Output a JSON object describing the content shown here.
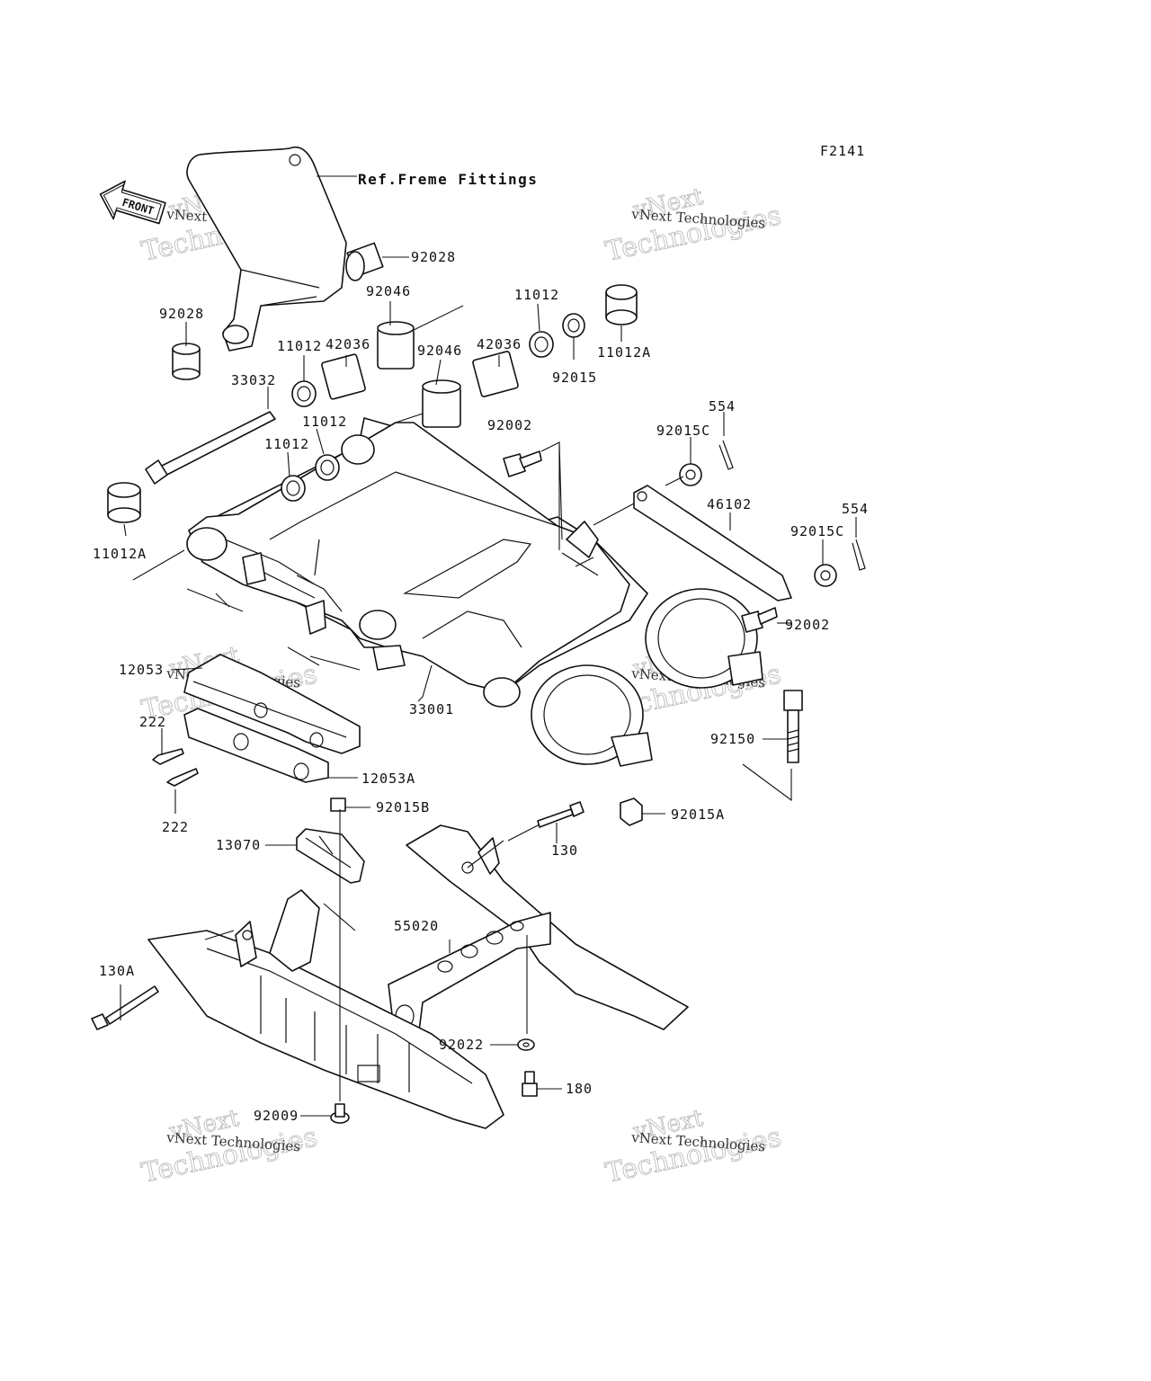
{
  "figure_id": "F2141",
  "front_label": "FRONT",
  "ref_label": "Ref.Freme Fittings",
  "watermark": {
    "line1": "vNext",
    "line2": "Technologies",
    "caption": "vNext Technologies"
  },
  "callouts": [
    {
      "id": "92028-a",
      "text": "92028"
    },
    {
      "id": "92028-b",
      "text": "92028"
    },
    {
      "id": "92046-a",
      "text": "92046"
    },
    {
      "id": "92046-b",
      "text": "92046"
    },
    {
      "id": "42036-a",
      "text": "42036"
    },
    {
      "id": "42036-b",
      "text": "42036"
    },
    {
      "id": "11012-a",
      "text": "11012"
    },
    {
      "id": "11012-b",
      "text": "11012"
    },
    {
      "id": "11012-c",
      "text": "11012"
    },
    {
      "id": "11012-d",
      "text": "11012"
    },
    {
      "id": "11012A-a",
      "text": "11012A"
    },
    {
      "id": "11012A-b",
      "text": "11012A"
    },
    {
      "id": "92015",
      "text": "92015"
    },
    {
      "id": "33032",
      "text": "33032"
    },
    {
      "id": "92002-a",
      "text": "92002"
    },
    {
      "id": "92002-b",
      "text": "92002"
    },
    {
      "id": "554-a",
      "text": "554"
    },
    {
      "id": "554-b",
      "text": "554"
    },
    {
      "id": "92015C-a",
      "text": "92015C"
    },
    {
      "id": "92015C-b",
      "text": "92015C"
    },
    {
      "id": "46102",
      "text": "46102"
    },
    {
      "id": "12053",
      "text": "12053"
    },
    {
      "id": "33001",
      "text": "33001"
    },
    {
      "id": "222-a",
      "text": "222"
    },
    {
      "id": "222-b",
      "text": "222"
    },
    {
      "id": "12053A",
      "text": "12053A"
    },
    {
      "id": "92150",
      "text": "92150"
    },
    {
      "id": "92015B",
      "text": "92015B"
    },
    {
      "id": "92015A",
      "text": "92015A"
    },
    {
      "id": "13070",
      "text": "13070"
    },
    {
      "id": "130",
      "text": "130"
    },
    {
      "id": "55020",
      "text": "55020"
    },
    {
      "id": "130A",
      "text": "130A"
    },
    {
      "id": "92022",
      "text": "92022"
    },
    {
      "id": "180",
      "text": "180"
    },
    {
      "id": "92009",
      "text": "92009"
    }
  ]
}
